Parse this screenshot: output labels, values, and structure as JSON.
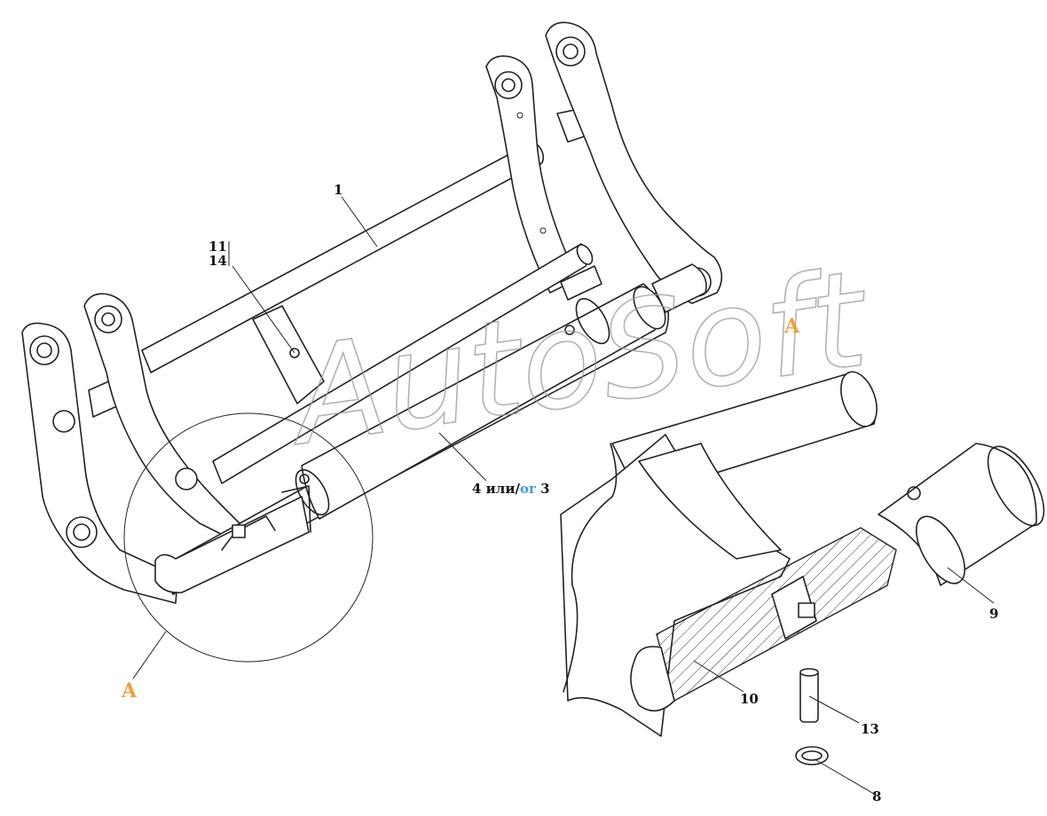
{
  "labels": {
    "p1": "1",
    "p11": "11",
    "p14": "14",
    "p4": "4 или/",
    "p4_or": "or",
    "p4_3": " 3",
    "p9": "9",
    "p10": "10",
    "p13": "13",
    "p8": "8"
  },
  "section": {
    "view_label_top": "A",
    "view_label_bottom": "A"
  },
  "watermark": "AutoSoft",
  "colors": {
    "line": "#222222",
    "section_label": "#f0a040",
    "or_text": "#3aa0d8"
  }
}
